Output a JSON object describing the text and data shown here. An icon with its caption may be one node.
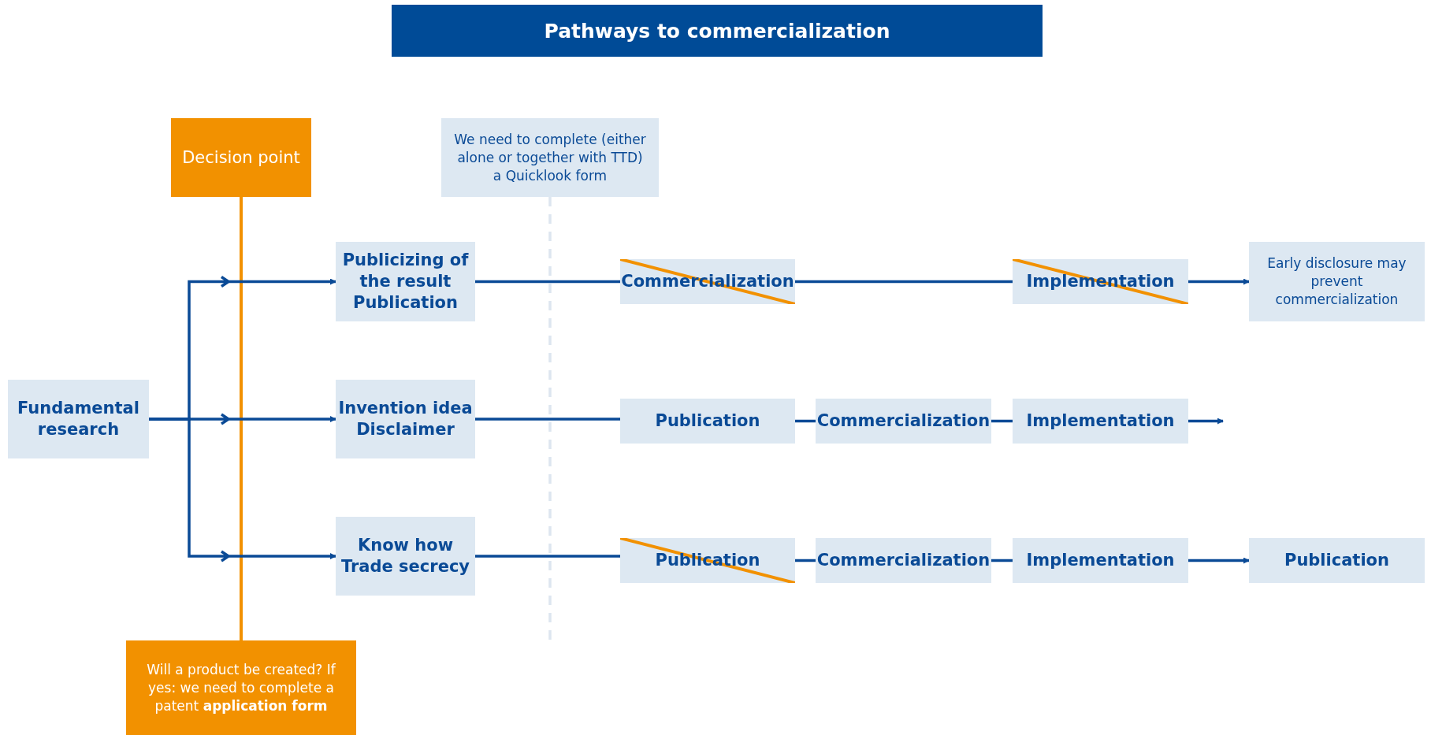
{
  "diagram": {
    "title": "Pathways to commercialization",
    "nodes": [
      {
        "text": [
          "Decision point"
        ]
      },
      {
        "text": [
          "Will a product be created? If yes: we need to complete a patent **application form**"
        ]
      },
      {
        "text": [
          "We need to complete (either alone or together with TTD) a Quicklook form"
        ]
      },
      {
        "text": [
          "Fundamental research"
        ]
      },
      {
        "text": [
          "Publicizing of the result",
          "Publication"
        ]
      },
      {
        "text": [
          "Commercialization"
        ]
      },
      {
        "text": [
          "Implementation"
        ]
      },
      {
        "text": [
          "Early disclosure may prevent commercialization"
        ]
      },
      {
        "text": [
          "Invention idea",
          "Disclaimer"
        ]
      },
      {
        "text": [
          "Publication"
        ]
      },
      {
        "text": [
          "Commercialization"
        ]
      },
      {
        "text": [
          "Implementation"
        ]
      },
      {
        "text": [
          "Know how",
          "Trade secrecy"
        ]
      },
      {
        "text": [
          "Publication"
        ]
      },
      {
        "text": [
          "Commercialization"
        ]
      },
      {
        "text": [
          "Implementation"
        ]
      },
      {
        "text": [
          "Publication"
        ]
      }
    ],
    "edges": [
      {
        "from": 0,
        "to": 1,
        "arrow": "none",
        "color": "#f29100"
      },
      {
        "from": 2,
        "to": null,
        "arrow": "none",
        "style": "dashed",
        "color": "#dde6f0"
      },
      {
        "from": 3,
        "to": 4,
        "arrow": "to"
      },
      {
        "from": 3,
        "to": 8,
        "arrow": "to"
      },
      {
        "from": 3,
        "to": 12,
        "arrow": "to"
      },
      {
        "from": 4,
        "to": 5,
        "arrow": "none"
      },
      {
        "from": 5,
        "to": 6,
        "arrow": "none"
      },
      {
        "from": 6,
        "to": 7,
        "arrow": "to"
      },
      {
        "from": 8,
        "to": 9,
        "arrow": "none"
      },
      {
        "from": 9,
        "to": 10,
        "arrow": "none"
      },
      {
        "from": 10,
        "to": 11,
        "arrow": "none"
      },
      {
        "from": 11,
        "to": null,
        "arrow": "to"
      },
      {
        "from": 12,
        "to": 13,
        "arrow": "none"
      },
      {
        "from": 13,
        "to": 14,
        "arrow": "none"
      },
      {
        "from": 14,
        "to": 15,
        "arrow": "none"
      },
      {
        "from": 15,
        "to": 16,
        "arrow": "to"
      }
    ]
  }
}
